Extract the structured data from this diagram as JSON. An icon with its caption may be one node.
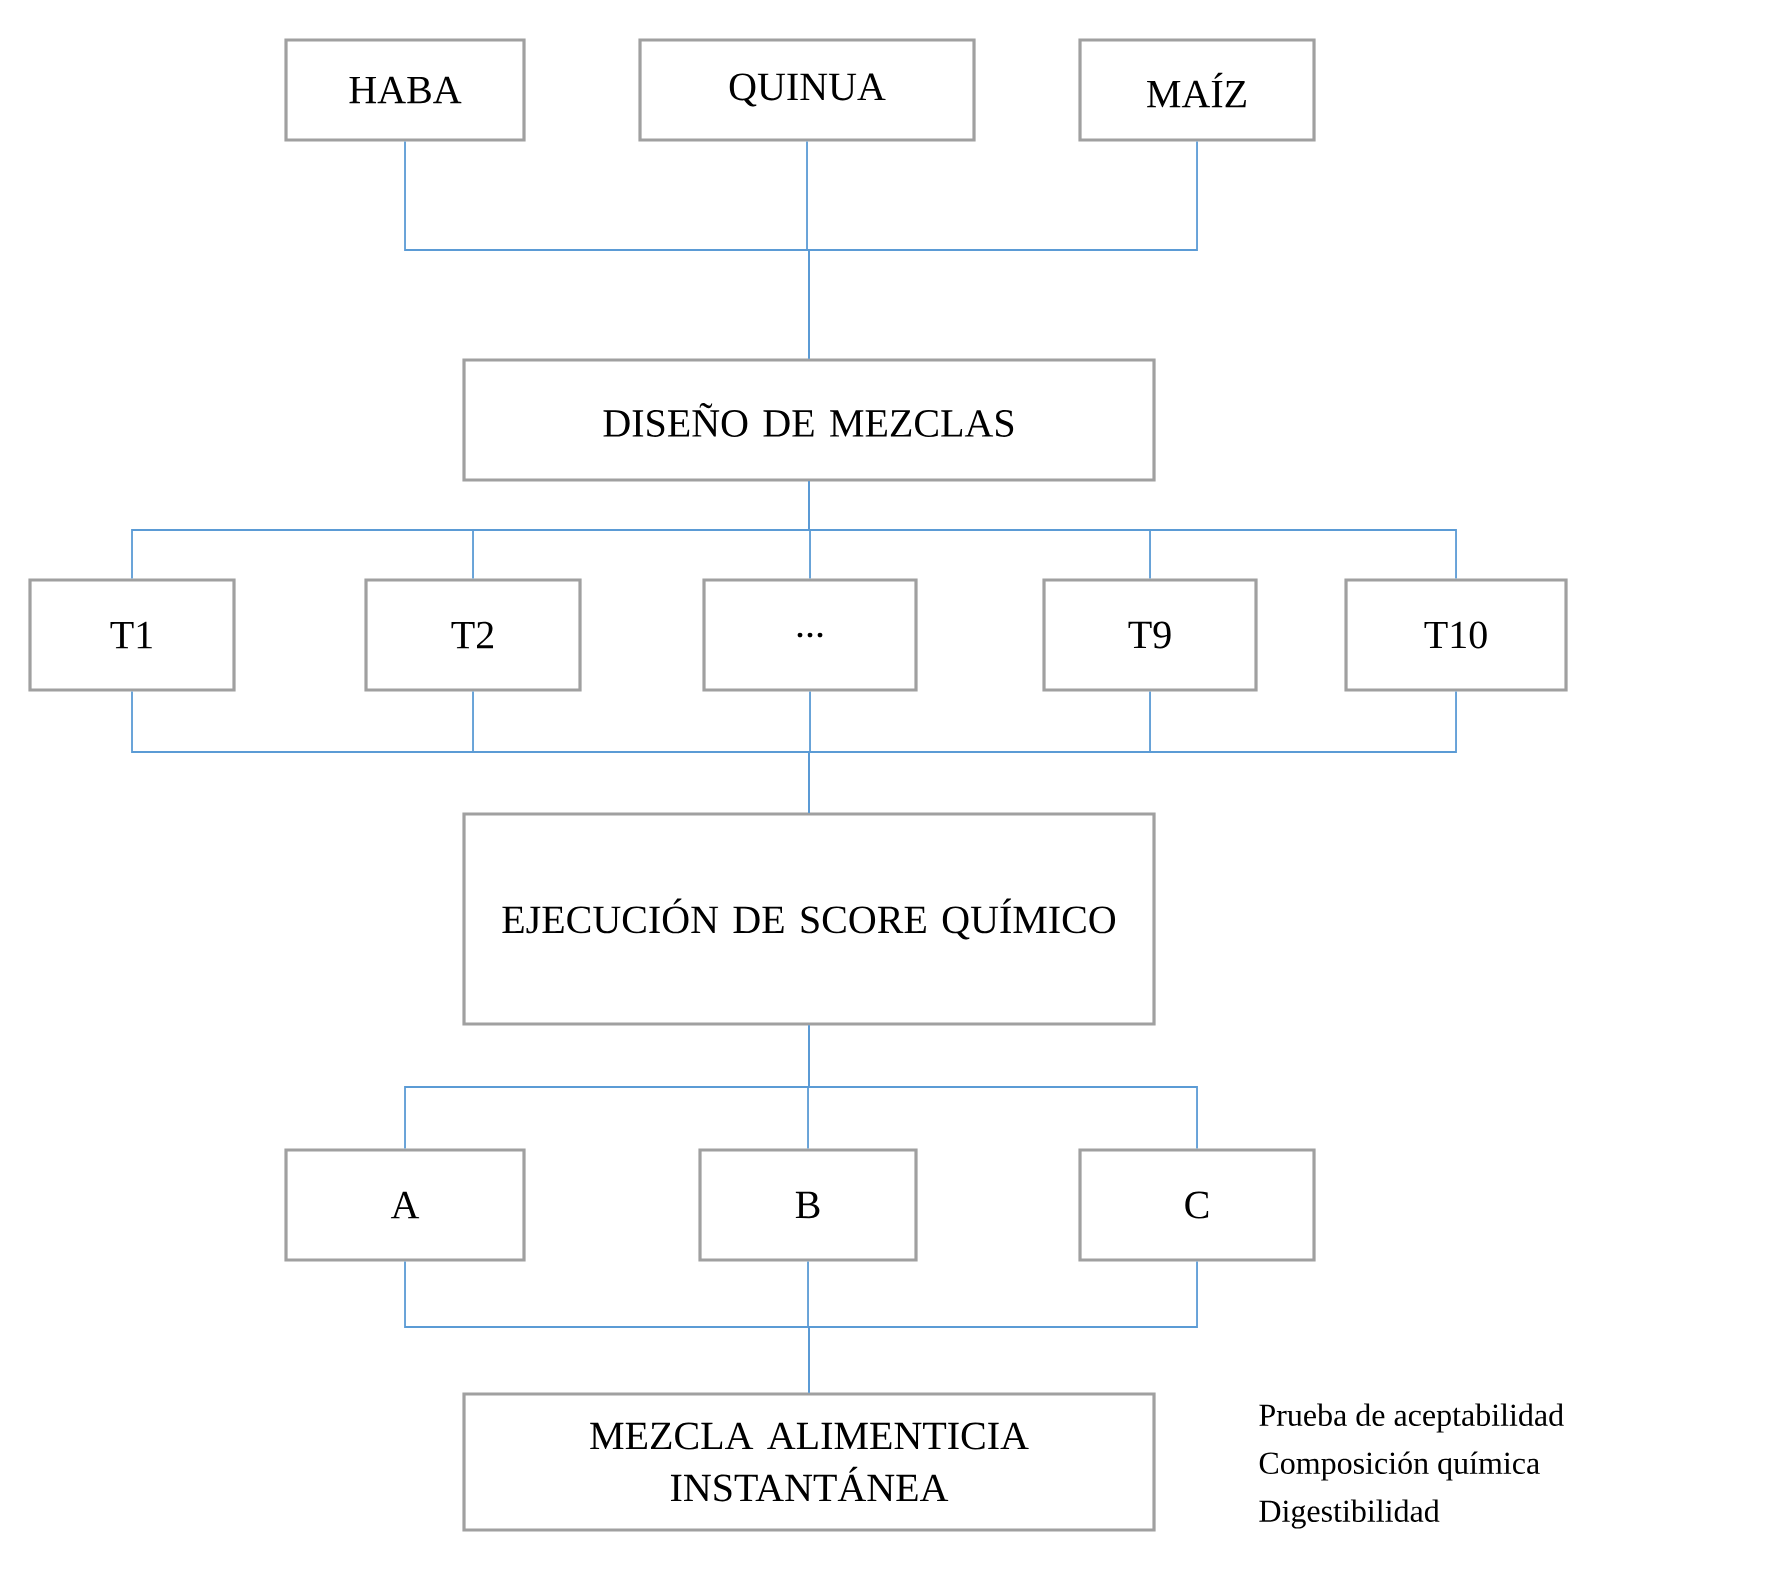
{
  "diagram": {
    "nodes": [
      {
        "text": [
          "HABA"
        ]
      },
      {
        "text": [
          "QUINUA"
        ]
      },
      {
        "text": [
          "MAÍZ"
        ]
      },
      {
        "text": [
          "DISEÑO DE MEZCLAS"
        ]
      },
      {
        "text": [
          "T1"
        ]
      },
      {
        "text": [
          "T2"
        ]
      },
      {
        "text": [
          "..."
        ]
      },
      {
        "text": [
          "T9"
        ]
      },
      {
        "text": [
          "T10"
        ]
      },
      {
        "text": [
          "EJECUCIÓN DE SCORE QUÍMICO"
        ]
      },
      {
        "text": [
          "A"
        ]
      },
      {
        "text": [
          "B"
        ]
      },
      {
        "text": [
          "C"
        ]
      },
      {
        "text": [
          "MEZCLA ALIMENTICIA INSTANTÁNEA"
        ],
        "beside": [
          "Prueba de aceptabilidad",
          "Composición química",
          "Digestibilidad"
        ]
      }
    ],
    "edges": [
      {
        "from": 0,
        "to": 3,
        "arrow": "none"
      },
      {
        "from": 1,
        "to": 3,
        "arrow": "none"
      },
      {
        "from": 2,
        "to": 3,
        "arrow": "none"
      },
      {
        "from": 3,
        "to": 4,
        "arrow": "none"
      },
      {
        "from": 3,
        "to": 5,
        "arrow": "none"
      },
      {
        "from": 3,
        "to": 6,
        "arrow": "none"
      },
      {
        "from": 3,
        "to": 7,
        "arrow": "none"
      },
      {
        "from": 3,
        "to": 8,
        "arrow": "none"
      },
      {
        "from": 4,
        "to": 9,
        "arrow": "none"
      },
      {
        "from": 5,
        "to": 9,
        "arrow": "none"
      },
      {
        "from": 6,
        "to": 9,
        "arrow": "none"
      },
      {
        "from": 7,
        "to": 9,
        "arrow": "none"
      },
      {
        "from": 8,
        "to": 9,
        "arrow": "none"
      },
      {
        "from": 9,
        "to": 10,
        "arrow": "none"
      },
      {
        "from": 9,
        "to": 11,
        "arrow": "none"
      },
      {
        "from": 9,
        "to": 12,
        "arrow": "none"
      },
      {
        "from": 10,
        "to": 13,
        "arrow": "none"
      },
      {
        "from": 11,
        "to": 13,
        "arrow": "none"
      },
      {
        "from": 12,
        "to": 13,
        "arrow": "none"
      }
    ]
  }
}
